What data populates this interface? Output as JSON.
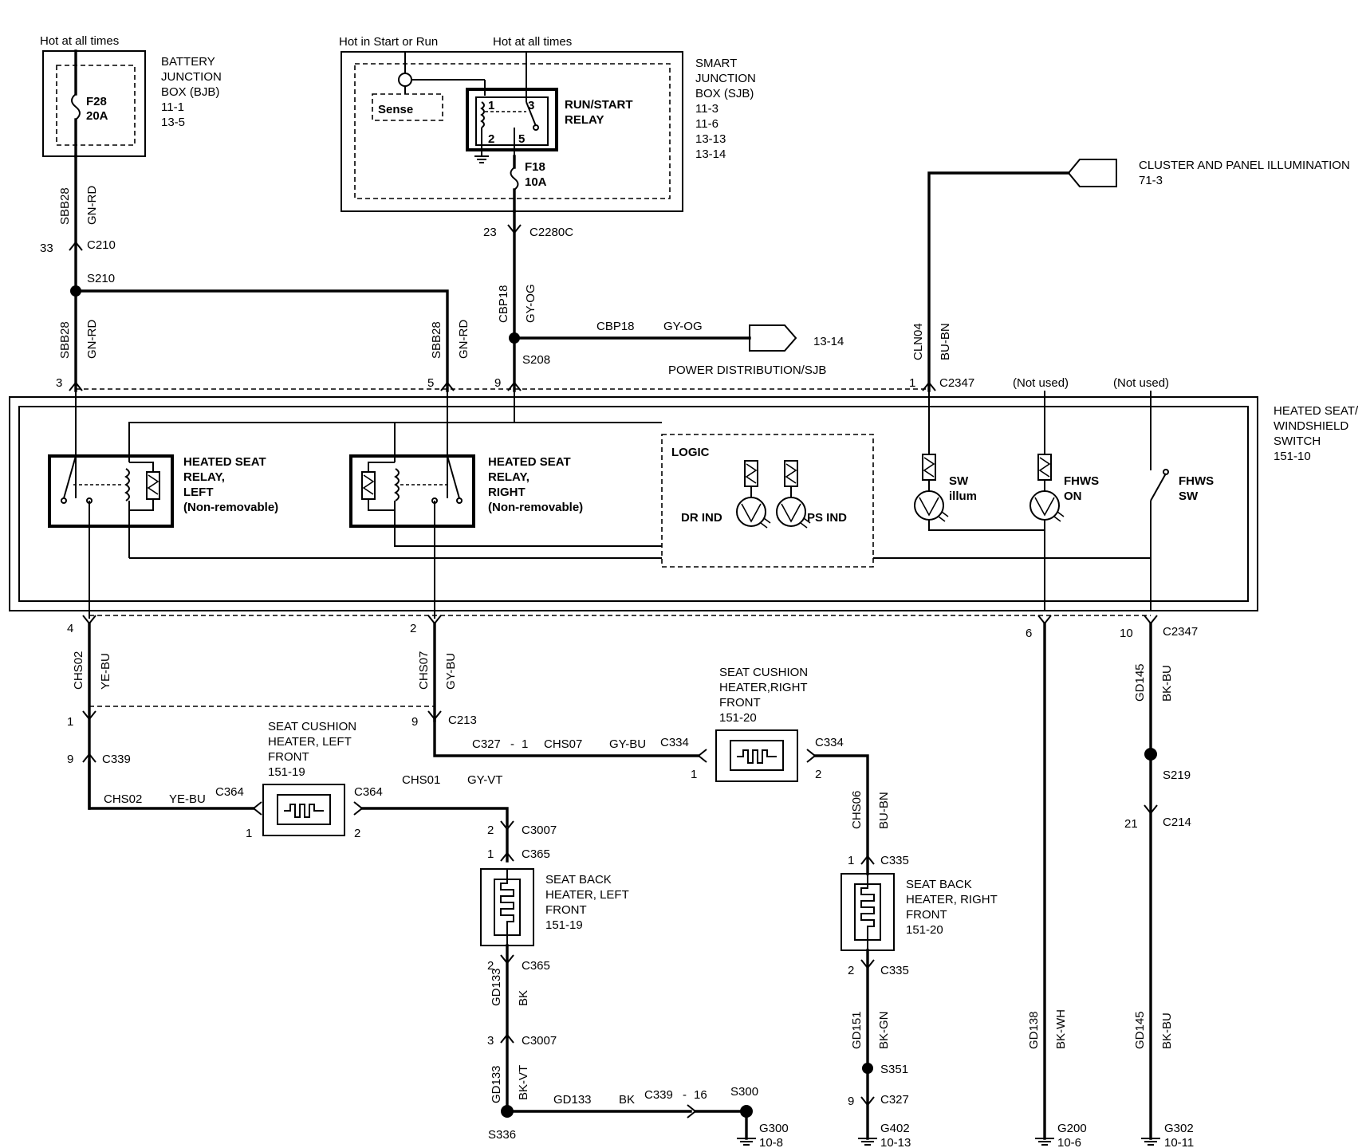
{
  "battery": {
    "supply": "Hot at all times",
    "fuse_id": "F28",
    "fuse_rating": "20A",
    "title": [
      "BATTERY",
      "JUNCTION",
      "BOX (BJB)",
      "11-1",
      "13-5"
    ]
  },
  "sjb": {
    "supply_left": "Hot in Start or Run",
    "supply_right": "Hot at all times",
    "sense": "Sense",
    "relay": [
      "RUN/START",
      "RELAY"
    ],
    "pins": [
      "1",
      "3",
      "2",
      "5"
    ],
    "fuse_id": "F18",
    "fuse_rating": "10A",
    "title": [
      "SMART",
      "JUNCTION",
      "BOX (SJB)",
      "11-3",
      "11-6",
      "13-13",
      "13-14"
    ]
  },
  "cluster": [
    "CLUSTER AND PANEL ILLUMINATION",
    "71-3"
  ],
  "power_dist": {
    "ref": "13-14",
    "label": "POWER DISTRIBUTION/SJB"
  },
  "switch_title": [
    "HEATED SEAT/",
    "WINDSHIELD",
    "SWITCH",
    "151-10"
  ],
  "relay_left": [
    "HEATED SEAT",
    "RELAY,",
    "LEFT",
    "(Non-removable)"
  ],
  "relay_right": [
    "HEATED SEAT",
    "RELAY,",
    "RIGHT",
    "(Non-removable)"
  ],
  "logic": {
    "title": "LOGIC",
    "dr": "DR IND",
    "ps": "PS IND"
  },
  "sw_illum": [
    "SW",
    "illum"
  ],
  "fhws_on": [
    "FHWS",
    "ON"
  ],
  "fhws_sw": [
    "FHWS",
    "SW"
  ],
  "not_used": "(Not used)",
  "wires": {
    "sbb28": "SBB28",
    "gn_rd": "GN-RD",
    "cbp18": "CBP18",
    "gy_og": "GY-OG",
    "cln04": "CLN04",
    "bu_bn": "BU-BN",
    "chs02": "CHS02",
    "ye_bu": "YE-BU",
    "chs07": "CHS07",
    "gy_bu": "GY-BU",
    "gd145": "GD145",
    "bk_bu": "BK-BU",
    "chs01": "CHS01",
    "gy_vt": "GY-VT",
    "chs06": "CHS06",
    "gd133": "GD133",
    "bk": "BK",
    "bk_vt": "BK-VT",
    "gd151": "GD151",
    "bk_gn": "BK-GN",
    "gd138": "GD138",
    "bk_wh": "BK-WH"
  },
  "connectors": {
    "c210": "C210",
    "c210_pin": "33",
    "s210": "S210",
    "c2280c": "C2280C",
    "c2280c_pin": "23",
    "s208": "S208",
    "c2347": "C2347",
    "pin3": "3",
    "pin5": "5",
    "pin9": "9",
    "pin1": "1",
    "pin4": "4",
    "pin2": "2",
    "pin6": "6",
    "pin10": "10",
    "c213": "C213",
    "c213_a": "1",
    "c213_b": "9",
    "c339": "C339",
    "c339_pin": "9",
    "c327": "C327",
    "c327_sep": "-",
    "c327_pin": "1",
    "c334": "C334",
    "c334_a": "1",
    "c334_b": "2",
    "c364": "C364",
    "c364_a": "1",
    "c364_b": "2",
    "c3007": "C3007",
    "c3007_a": "2",
    "c3007_b": "3",
    "c365": "C365",
    "c365_a": "1",
    "c365_b": "2",
    "c335": "C335",
    "c335_a": "1",
    "c335_b": "2",
    "s219": "S219",
    "c214": "C214",
    "c214_pin": "21",
    "c339_16": "C339",
    "c339_16_sep": "-",
    "c339_16_pin": "16",
    "s300": "S300",
    "s336": "S336",
    "s351": "S351",
    "c327b": "C327",
    "c327b_pin": "9"
  },
  "grounds": {
    "g300": [
      "G300",
      "10-8"
    ],
    "g402": [
      "G402",
      "10-13"
    ],
    "g200": [
      "G200",
      "10-6"
    ],
    "g302": [
      "G302",
      "10-11"
    ]
  },
  "seat_cushion_left": [
    "SEAT CUSHION",
    "HEATER, LEFT",
    "FRONT",
    "151-19"
  ],
  "seat_cushion_right": [
    "SEAT CUSHION",
    "HEATER,RIGHT",
    "FRONT",
    "151-20"
  ],
  "seat_back_left": [
    "SEAT BACK",
    "HEATER, LEFT",
    "FRONT",
    "151-19"
  ],
  "seat_back_right": [
    "SEAT BACK",
    "HEATER, RIGHT",
    "FRONT",
    "151-20"
  ]
}
